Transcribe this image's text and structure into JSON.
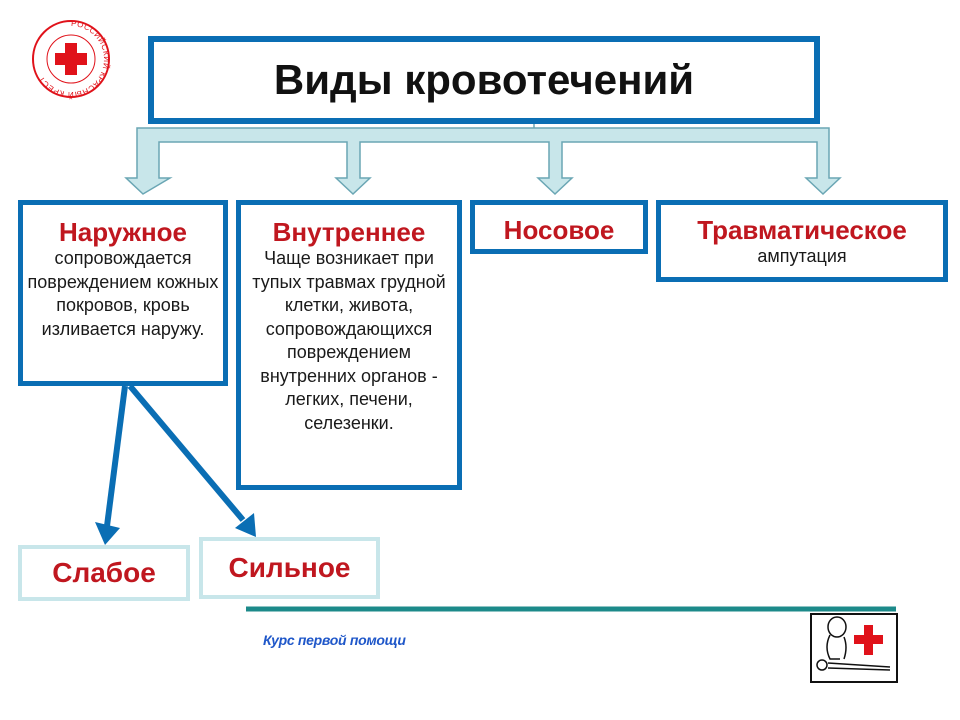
{
  "title": "Виды кровотечений",
  "logo_text": "РОССИЙСКИЙ КРАСНЫЙ КРЕСТ",
  "types": [
    {
      "title": "Наружное",
      "description": "сопровождается повреждением кожных покровов, кровь изливается наружу."
    },
    {
      "title": "Внутреннее",
      "description": "Чаще возникает при тупых травмах грудной клетки, живота, сопровождающихся повреждением внутренних органов - легких, печени, селезенки."
    },
    {
      "title": "Носовое",
      "description": ""
    },
    {
      "title": "Травматическое",
      "description": "ампутация"
    }
  ],
  "severity": [
    {
      "label": "Слабое"
    },
    {
      "label": "Сильное"
    }
  ],
  "footer": {
    "course": "Курс первой помощи"
  },
  "colors": {
    "box_border": "#0a6eb4",
    "light_border": "#c8e6ea",
    "title_red": "#c0171f",
    "arrow_fill": "#c8e6ea",
    "footer_line": "#1c8a8a",
    "footer_text": "#1f57c9",
    "cross_red": "#e0121a"
  },
  "icons": {
    "logo": "red-cross-emblem",
    "footer": "cpr-red-cross-icon"
  }
}
